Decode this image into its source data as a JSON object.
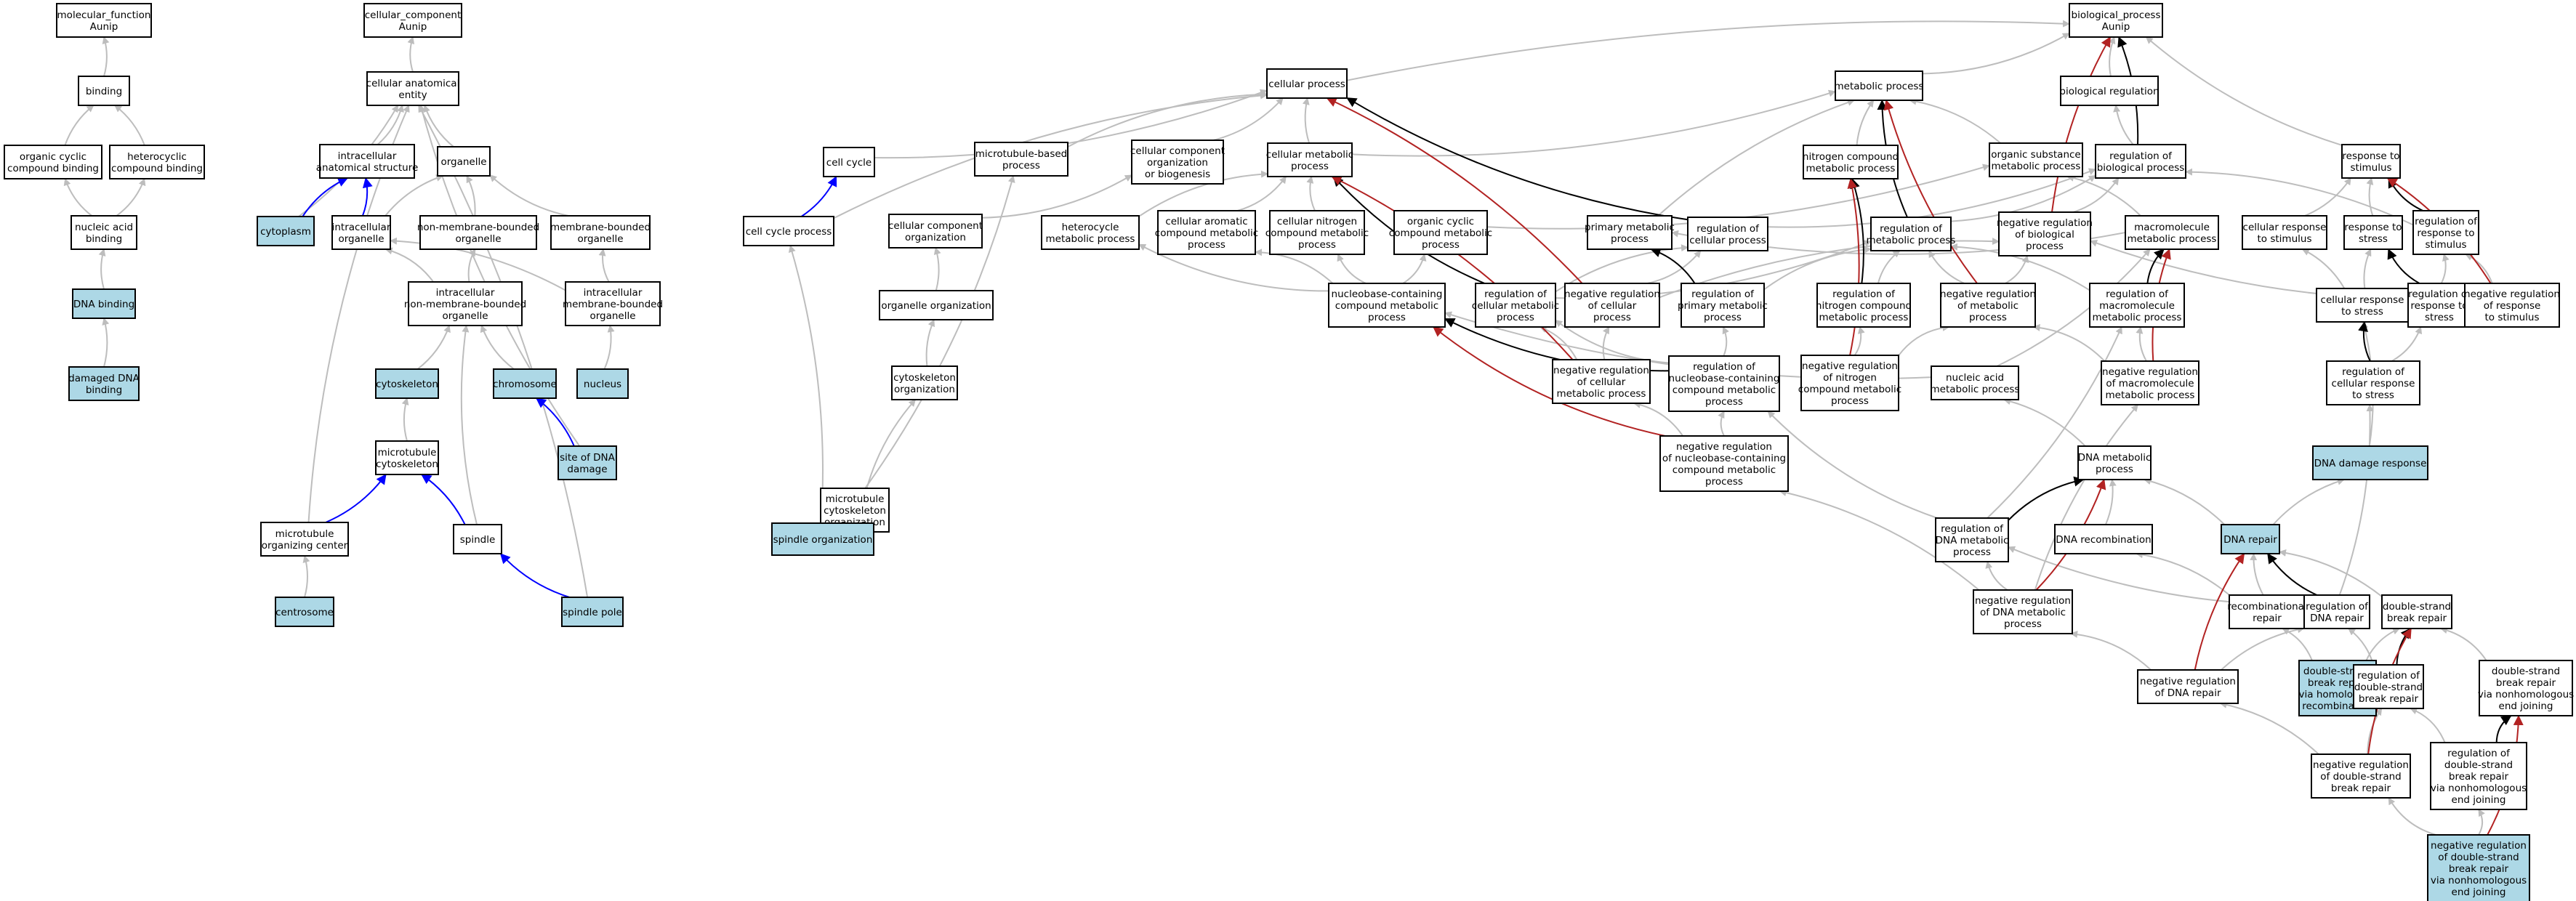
{
  "colors": {
    "highlight": "#add8e6",
    "plain": "#ffffff",
    "is_a": "#bdbdbd",
    "part_of": "#0000ff",
    "regulates": "#000000",
    "negatively_regulates": "#b22222"
  },
  "nodes": [
    {
      "id": "mf",
      "lines": [
        "molecular_function",
        "Aunip"
      ]
    },
    {
      "id": "binding",
      "lines": [
        "binding"
      ]
    },
    {
      "id": "occb",
      "lines": [
        "organic cyclic",
        "compound binding"
      ]
    },
    {
      "id": "hcb",
      "lines": [
        "heterocyclic",
        "compound binding"
      ]
    },
    {
      "id": "nab",
      "lines": [
        "nucleic acid",
        "binding"
      ]
    },
    {
      "id": "dnab",
      "lines": [
        "DNA binding"
      ],
      "hl": true
    },
    {
      "id": "ddnab",
      "lines": [
        "damaged DNA",
        "binding"
      ],
      "hl": true
    },
    {
      "id": "cc",
      "lines": [
        "cellular_component",
        "Aunip"
      ]
    },
    {
      "id": "cae",
      "lines": [
        "cellular anatomical",
        "entity"
      ]
    },
    {
      "id": "ias",
      "lines": [
        "intracellular",
        "anatomical structure"
      ]
    },
    {
      "id": "organelle",
      "lines": [
        "organelle"
      ]
    },
    {
      "id": "cytoplasm",
      "lines": [
        "cytoplasm"
      ],
      "hl": true
    },
    {
      "id": "io",
      "lines": [
        "intracellular",
        "organelle"
      ]
    },
    {
      "id": "nmbo",
      "lines": [
        "non-membrane-bounded",
        "organelle"
      ]
    },
    {
      "id": "mbo",
      "lines": [
        "membrane-bounded",
        "organelle"
      ]
    },
    {
      "id": "inmbo",
      "lines": [
        "intracellular",
        "non-membrane-bounded",
        "organelle"
      ]
    },
    {
      "id": "imbo",
      "lines": [
        "intracellular",
        "membrane-bounded",
        "organelle"
      ]
    },
    {
      "id": "cytoskeleton",
      "lines": [
        "cytoskeleton"
      ],
      "hl": true
    },
    {
      "id": "chromosome",
      "lines": [
        "chromosome"
      ],
      "hl": true
    },
    {
      "id": "nucleus",
      "lines": [
        "nucleus"
      ],
      "hl": true
    },
    {
      "id": "mtcsk",
      "lines": [
        "microtubule",
        "cytoskeleton"
      ]
    },
    {
      "id": "sdd",
      "lines": [
        "site of DNA",
        "damage"
      ],
      "hl": true
    },
    {
      "id": "mtoc",
      "lines": [
        "microtubule",
        "organizing center"
      ]
    },
    {
      "id": "spindle",
      "lines": [
        "spindle"
      ]
    },
    {
      "id": "centrosome",
      "lines": [
        "centrosome"
      ],
      "hl": true
    },
    {
      "id": "spole",
      "lines": [
        "spindle pole"
      ],
      "hl": true
    },
    {
      "id": "bp",
      "lines": [
        "biological_process",
        "Aunip"
      ]
    },
    {
      "id": "cp",
      "lines": [
        "cellular process"
      ]
    },
    {
      "id": "mp",
      "lines": [
        "metabolic process"
      ]
    },
    {
      "id": "breg",
      "lines": [
        "biological regulation"
      ]
    },
    {
      "id": "ccyc",
      "lines": [
        "cell cycle"
      ]
    },
    {
      "id": "mbp",
      "lines": [
        "microtubule-based",
        "process"
      ]
    },
    {
      "id": "ccob",
      "lines": [
        "cellular component",
        "organization",
        "or biogenesis"
      ]
    },
    {
      "id": "cmp",
      "lines": [
        "cellular metabolic",
        "process"
      ]
    },
    {
      "id": "ncmp",
      "lines": [
        "nitrogen compound",
        "metabolic process"
      ]
    },
    {
      "id": "osmp",
      "lines": [
        "organic substance",
        "metabolic process"
      ]
    },
    {
      "id": "rbp",
      "lines": [
        "regulation of",
        "biological process"
      ]
    },
    {
      "id": "rts",
      "lines": [
        "response to",
        "stimulus"
      ]
    },
    {
      "id": "ccp",
      "lines": [
        "cell cycle process"
      ]
    },
    {
      "id": "cco",
      "lines": [
        "cellular component",
        "organization"
      ]
    },
    {
      "id": "hmp",
      "lines": [
        "heterocycle",
        "metabolic process"
      ]
    },
    {
      "id": "cacmp",
      "lines": [
        "cellular aromatic",
        "compound metabolic",
        "process"
      ]
    },
    {
      "id": "cncmp",
      "lines": [
        "cellular nitrogen",
        "compound metabolic",
        "process"
      ]
    },
    {
      "id": "occmp",
      "lines": [
        "organic cyclic",
        "compound metabolic",
        "process"
      ]
    },
    {
      "id": "pmp",
      "lines": [
        "primary metabolic",
        "process"
      ]
    },
    {
      "id": "rcp",
      "lines": [
        "regulation of",
        "cellular process"
      ]
    },
    {
      "id": "rmp",
      "lines": [
        "regulation of",
        "metabolic process"
      ]
    },
    {
      "id": "nrbp",
      "lines": [
        "negative regulation",
        "of biological",
        "process"
      ]
    },
    {
      "id": "mmp",
      "lines": [
        "macromolecule",
        "metabolic process"
      ]
    },
    {
      "id": "crs",
      "lines": [
        "cellular response",
        "to stimulus"
      ]
    },
    {
      "id": "rtstress",
      "lines": [
        "response to",
        "stress"
      ]
    },
    {
      "id": "rrs",
      "lines": [
        "regulation of",
        "response to",
        "stimulus"
      ]
    },
    {
      "id": "oo",
      "lines": [
        "organelle organization"
      ]
    },
    {
      "id": "nbcmp",
      "lines": [
        "nucleobase-containing",
        "compound metabolic",
        "process"
      ]
    },
    {
      "id": "rcmp",
      "lines": [
        "regulation of",
        "cellular metabolic",
        "process"
      ]
    },
    {
      "id": "nrcp",
      "lines": [
        "negative regulation",
        "of cellular",
        "process"
      ]
    },
    {
      "id": "rpmp",
      "lines": [
        "regulation of",
        "primary metabolic",
        "process"
      ]
    },
    {
      "id": "rncmp",
      "lines": [
        "regulation of",
        "nitrogen compound",
        "metabolic process"
      ]
    },
    {
      "id": "nrmp",
      "lines": [
        "negative regulation",
        "of metabolic",
        "process"
      ]
    },
    {
      "id": "rmmp",
      "lines": [
        "regulation of",
        "macromolecule",
        "metabolic process"
      ]
    },
    {
      "id": "crstress",
      "lines": [
        "cellular response",
        "to stress"
      ]
    },
    {
      "id": "rrstress",
      "lines": [
        "regulation of",
        "response to",
        "stress"
      ]
    },
    {
      "id": "nrrs",
      "lines": [
        "negative regulation",
        "of response",
        "to stimulus"
      ]
    },
    {
      "id": "cso",
      "lines": [
        "cytoskeleton",
        "organization"
      ]
    },
    {
      "id": "nrcmp",
      "lines": [
        "negative regulation",
        "of cellular",
        "metabolic process"
      ]
    },
    {
      "id": "rnbcmp",
      "lines": [
        "regulation of",
        "nucleobase-containing",
        "compound metabolic",
        "process"
      ]
    },
    {
      "id": "nrncmp",
      "lines": [
        "negative regulation",
        "of nitrogen",
        "compound metabolic",
        "process"
      ]
    },
    {
      "id": "namp",
      "lines": [
        "nucleic acid",
        "metabolic process"
      ]
    },
    {
      "id": "nrmmp",
      "lines": [
        "negative regulation",
        "of macromolecule",
        "metabolic process"
      ]
    },
    {
      "id": "rcrs",
      "lines": [
        "regulation of",
        "cellular response",
        "to stress"
      ]
    },
    {
      "id": "ddr",
      "lines": [
        "DNA damage response"
      ],
      "hl": true
    },
    {
      "id": "mtcsko",
      "lines": [
        "microtubule",
        "cytoskeleton",
        "organization"
      ]
    },
    {
      "id": "nrnbcmp",
      "lines": [
        "negative regulation",
        "of nucleobase-containing",
        "compound metabolic",
        "process"
      ]
    },
    {
      "id": "dnamp",
      "lines": [
        "DNA metabolic",
        "process"
      ]
    },
    {
      "id": "so",
      "lines": [
        "spindle organization"
      ],
      "hl": true
    },
    {
      "id": "rdnamp",
      "lines": [
        "regulation of",
        "DNA metabolic",
        "process"
      ]
    },
    {
      "id": "dnarec",
      "lines": [
        "DNA recombination"
      ]
    },
    {
      "id": "dnarep",
      "lines": [
        "DNA repair"
      ],
      "hl": true
    },
    {
      "id": "nrdnamp",
      "lines": [
        "negative regulation",
        "of DNA metabolic",
        "process"
      ]
    },
    {
      "id": "recrep",
      "lines": [
        "recombinational",
        "repair"
      ]
    },
    {
      "id": "rdnarep",
      "lines": [
        "regulation of",
        "DNA repair"
      ]
    },
    {
      "id": "dsbr",
      "lines": [
        "double-strand",
        "break repair"
      ]
    },
    {
      "id": "nrdnarep",
      "lines": [
        "negative regulation",
        "of DNA repair"
      ]
    },
    {
      "id": "dsbrhr",
      "lines": [
        "double-strand",
        "break repair",
        "via homologous",
        "recombination"
      ],
      "hl": true
    },
    {
      "id": "rdsbr",
      "lines": [
        "regulation of",
        "double-strand",
        "break repair"
      ]
    },
    {
      "id": "dsbrnhej",
      "lines": [
        "double-strand",
        "break repair",
        "via nonhomologous",
        "end joining"
      ]
    },
    {
      "id": "nrdsbr",
      "lines": [
        "negative regulation",
        "of double-strand",
        "break repair"
      ]
    },
    {
      "id": "rdsbrnhej",
      "lines": [
        "regulation of",
        "double-strand",
        "break repair",
        "via nonhomologous",
        "end joining"
      ]
    },
    {
      "id": "nrdsbrnhej",
      "lines": [
        "negative regulation",
        "of double-strand",
        "break repair",
        "via nonhomologous",
        "end joining"
      ],
      "hl": true
    }
  ],
  "edges": [
    [
      "binding",
      "mf",
      "is_a"
    ],
    [
      "occb",
      "binding",
      "is_a"
    ],
    [
      "hcb",
      "binding",
      "is_a"
    ],
    [
      "nab",
      "occb",
      "is_a"
    ],
    [
      "nab",
      "hcb",
      "is_a"
    ],
    [
      "dnab",
      "nab",
      "is_a"
    ],
    [
      "ddnab",
      "dnab",
      "is_a"
    ],
    [
      "cae",
      "cc",
      "is_a"
    ],
    [
      "ias",
      "cae",
      "is_a"
    ],
    [
      "organelle",
      "cae",
      "is_a"
    ],
    [
      "cytoplasm",
      "cae",
      "is_a"
    ],
    [
      "cytoplasm",
      "ias",
      "part_of"
    ],
    [
      "io",
      "ias",
      "part_of"
    ],
    [
      "io",
      "organelle",
      "is_a"
    ],
    [
      "nmbo",
      "organelle",
      "is_a"
    ],
    [
      "mbo",
      "organelle",
      "is_a"
    ],
    [
      "inmbo",
      "io",
      "is_a"
    ],
    [
      "inmbo",
      "nmbo",
      "is_a"
    ],
    [
      "imbo",
      "io",
      "is_a"
    ],
    [
      "imbo",
      "mbo",
      "is_a"
    ],
    [
      "cytoskeleton",
      "inmbo",
      "is_a"
    ],
    [
      "chromosome",
      "inmbo",
      "is_a"
    ],
    [
      "nucleus",
      "imbo",
      "is_a"
    ],
    [
      "mtcsk",
      "cytoskeleton",
      "is_a"
    ],
    [
      "sdd",
      "chromosome",
      "part_of"
    ],
    [
      "sdd",
      "cae",
      "is_a"
    ],
    [
      "mtoc",
      "mtcsk",
      "part_of"
    ],
    [
      "mtoc",
      "cae",
      "is_a"
    ],
    [
      "spindle",
      "mtcsk",
      "part_of"
    ],
    [
      "spindle",
      "inmbo",
      "is_a"
    ],
    [
      "centrosome",
      "mtoc",
      "is_a"
    ],
    [
      "spole",
      "spindle",
      "part_of"
    ],
    [
      "spole",
      "cae",
      "is_a"
    ],
    [
      "cp",
      "bp",
      "is_a"
    ],
    [
      "mp",
      "bp",
      "is_a"
    ],
    [
      "breg",
      "bp",
      "is_a"
    ],
    [
      "ccyc",
      "cp",
      "is_a"
    ],
    [
      "mbp",
      "cp",
      "is_a"
    ],
    [
      "ccob",
      "cp",
      "is_a"
    ],
    [
      "cmp",
      "cp",
      "is_a"
    ],
    [
      "cmp",
      "mp",
      "is_a"
    ],
    [
      "ncmp",
      "mp",
      "is_a"
    ],
    [
      "osmp",
      "mp",
      "is_a"
    ],
    [
      "rbp",
      "breg",
      "is_a"
    ],
    [
      "rbp",
      "bp",
      "regulates"
    ],
    [
      "rts",
      "bp",
      "is_a"
    ],
    [
      "ccp",
      "ccyc",
      "part_of"
    ],
    [
      "ccp",
      "cp",
      "is_a"
    ],
    [
      "cco",
      "ccob",
      "is_a"
    ],
    [
      "hmp",
      "cmp",
      "is_a"
    ],
    [
      "cacmp",
      "cmp",
      "is_a"
    ],
    [
      "cncmp",
      "cmp",
      "is_a"
    ],
    [
      "occmp",
      "osmp",
      "is_a"
    ],
    [
      "pmp",
      "mp",
      "is_a"
    ],
    [
      "rcp",
      "rbp",
      "is_a"
    ],
    [
      "rcp",
      "cp",
      "regulates"
    ],
    [
      "rmp",
      "rbp",
      "is_a"
    ],
    [
      "rmp",
      "mp",
      "regulates"
    ],
    [
      "nrbp",
      "rbp",
      "is_a"
    ],
    [
      "nrbp",
      "bp",
      "negatively_regulates"
    ],
    [
      "mmp",
      "osmp",
      "is_a"
    ],
    [
      "mmp",
      "pmp",
      "is_a"
    ],
    [
      "crs",
      "rts",
      "is_a"
    ],
    [
      "rtstress",
      "rts",
      "is_a"
    ],
    [
      "rrs",
      "rbp",
      "is_a"
    ],
    [
      "rrs",
      "rts",
      "regulates"
    ],
    [
      "oo",
      "cco",
      "is_a"
    ],
    [
      "nbcmp",
      "hmp",
      "is_a"
    ],
    [
      "nbcmp",
      "cacmp",
      "is_a"
    ],
    [
      "nbcmp",
      "cncmp",
      "is_a"
    ],
    [
      "nbcmp",
      "occmp",
      "is_a"
    ],
    [
      "rcmp",
      "rcp",
      "is_a"
    ],
    [
      "rcmp",
      "rmp",
      "is_a"
    ],
    [
      "rcmp",
      "cmp",
      "regulates"
    ],
    [
      "nrcp",
      "rcp",
      "is_a"
    ],
    [
      "nrcp",
      "nrbp",
      "is_a"
    ],
    [
      "nrcp",
      "cp",
      "negatively_regulates"
    ],
    [
      "rpmp",
      "rmp",
      "is_a"
    ],
    [
      "rpmp",
      "pmp",
      "regulates"
    ],
    [
      "rncmp",
      "rmp",
      "is_a"
    ],
    [
      "rncmp",
      "ncmp",
      "regulates"
    ],
    [
      "nrmp",
      "rmp",
      "is_a"
    ],
    [
      "nrmp",
      "nrbp",
      "is_a"
    ],
    [
      "nrmp",
      "mp",
      "negatively_regulates"
    ],
    [
      "rmmp",
      "rmp",
      "is_a"
    ],
    [
      "rmmp",
      "mmp",
      "regulates"
    ],
    [
      "crstress",
      "crs",
      "is_a"
    ],
    [
      "crstress",
      "rtstress",
      "is_a"
    ],
    [
      "rrstress",
      "rrs",
      "is_a"
    ],
    [
      "rrstress",
      "rtstress",
      "regulates"
    ],
    [
      "nrrs",
      "rrs",
      "is_a"
    ],
    [
      "nrrs",
      "nrbp",
      "is_a"
    ],
    [
      "nrrs",
      "rts",
      "negatively_regulates"
    ],
    [
      "cso",
      "oo",
      "is_a"
    ],
    [
      "nrcmp",
      "rcmp",
      "is_a"
    ],
    [
      "nrcmp",
      "nrcp",
      "is_a"
    ],
    [
      "nrcmp",
      "cmp",
      "negatively_regulates"
    ],
    [
      "rnbcmp",
      "rcmp",
      "is_a"
    ],
    [
      "rnbcmp",
      "rpmp",
      "is_a"
    ],
    [
      "rnbcmp",
      "nbcmp",
      "regulates"
    ],
    [
      "nrncmp",
      "rncmp",
      "is_a"
    ],
    [
      "nrncmp",
      "nrmp",
      "is_a"
    ],
    [
      "nrncmp",
      "ncmp",
      "negatively_regulates"
    ],
    [
      "namp",
      "nbcmp",
      "is_a"
    ],
    [
      "namp",
      "mmp",
      "is_a"
    ],
    [
      "nrmmp",
      "rmmp",
      "is_a"
    ],
    [
      "nrmmp",
      "nrmp",
      "is_a"
    ],
    [
      "nrmmp",
      "mmp",
      "negatively_regulates"
    ],
    [
      "rcrs",
      "rrstress",
      "is_a"
    ],
    [
      "rcrs",
      "crstress",
      "regulates"
    ],
    [
      "ddr",
      "crstress",
      "is_a"
    ],
    [
      "mtcsko",
      "cso",
      "is_a"
    ],
    [
      "mtcsko",
      "mbp",
      "is_a"
    ],
    [
      "nrnbcmp",
      "rnbcmp",
      "is_a"
    ],
    [
      "nrnbcmp",
      "nrcmp",
      "is_a"
    ],
    [
      "nrnbcmp",
      "nbcmp",
      "negatively_regulates"
    ],
    [
      "dnamp",
      "namp",
      "is_a"
    ],
    [
      "so",
      "mtcsko",
      "is_a"
    ],
    [
      "so",
      "ccp",
      "is_a"
    ],
    [
      "rdnamp",
      "rnbcmp",
      "is_a"
    ],
    [
      "rdnamp",
      "rmmp",
      "is_a"
    ],
    [
      "rdnamp",
      "dnamp",
      "regulates"
    ],
    [
      "dnarec",
      "dnamp",
      "is_a"
    ],
    [
      "dnarep",
      "ddr",
      "is_a"
    ],
    [
      "dnarep",
      "dnamp",
      "is_a"
    ],
    [
      "nrdnamp",
      "rdnamp",
      "is_a"
    ],
    [
      "nrdnamp",
      "nrnbcmp",
      "is_a"
    ],
    [
      "nrdnamp",
      "nrmmp",
      "is_a"
    ],
    [
      "nrdnamp",
      "dnamp",
      "negatively_regulates"
    ],
    [
      "recrep",
      "dnarep",
      "is_a"
    ],
    [
      "recrep",
      "dnarec",
      "is_a"
    ],
    [
      "rdnarep",
      "rdnamp",
      "is_a"
    ],
    [
      "rdnarep",
      "rcrs",
      "is_a"
    ],
    [
      "rdnarep",
      "dnarep",
      "regulates"
    ],
    [
      "dsbr",
      "dnarep",
      "is_a"
    ],
    [
      "nrdnarep",
      "rdnarep",
      "is_a"
    ],
    [
      "nrdnarep",
      "nrdnamp",
      "is_a"
    ],
    [
      "nrdnarep",
      "dnarep",
      "negatively_regulates"
    ],
    [
      "dsbrhr",
      "recrep",
      "is_a"
    ],
    [
      "dsbrhr",
      "dsbr",
      "is_a"
    ],
    [
      "rdsbr",
      "rdnarep",
      "is_a"
    ],
    [
      "rdsbr",
      "dsbr",
      "regulates"
    ],
    [
      "dsbrnhej",
      "dsbr",
      "is_a"
    ],
    [
      "nrdsbr",
      "rdsbr",
      "is_a"
    ],
    [
      "nrdsbr",
      "nrdnarep",
      "is_a"
    ],
    [
      "nrdsbr",
      "dsbr",
      "negatively_regulates"
    ],
    [
      "rdsbrnhej",
      "rdsbr",
      "is_a"
    ],
    [
      "rdsbrnhej",
      "dsbrnhej",
      "regulates"
    ],
    [
      "nrdsbrnhej",
      "rdsbrnhej",
      "is_a"
    ],
    [
      "nrdsbrnhej",
      "nrdsbr",
      "is_a"
    ],
    [
      "nrdsbrnhej",
      "dsbrnhej",
      "negatively_regulates"
    ]
  ]
}
